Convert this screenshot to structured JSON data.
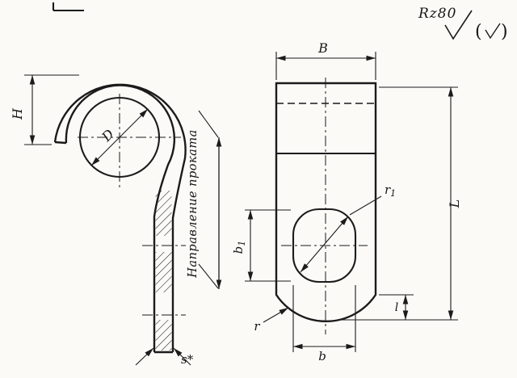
{
  "drawing": {
    "surface_finish": {
      "rz": "Rz80",
      "paren_open": "(",
      "paren_close": ")"
    },
    "side_view": {
      "height_label": "H",
      "hole_diameter_label": "D",
      "thickness_label": "s*",
      "rolling_direction": "Направление проката"
    },
    "front_view": {
      "width_label": "B",
      "length_label": "L",
      "slot_width_label": "b",
      "slot_length": {
        "base": "b",
        "sub": "1"
      },
      "slot_radius": {
        "base": "r",
        "sub": "1"
      },
      "corner_radius_label": "r",
      "edge_distance_label": "l"
    }
  }
}
